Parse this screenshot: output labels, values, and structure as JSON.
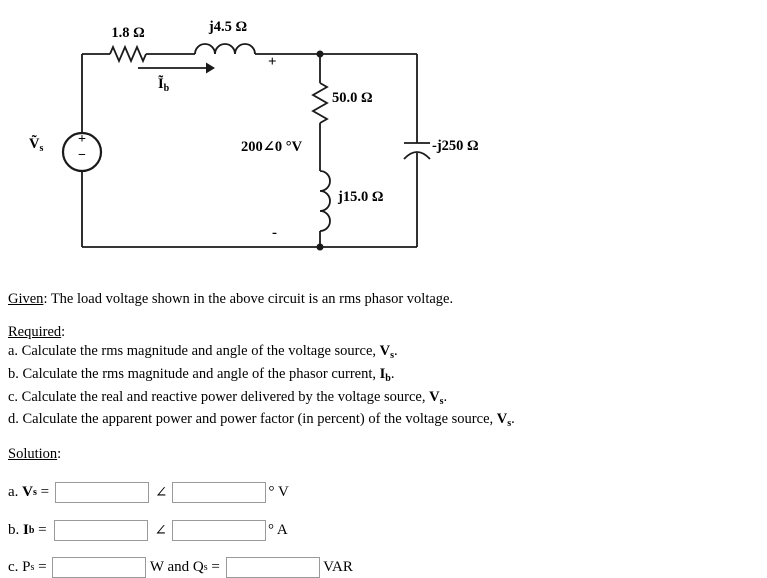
{
  "circuit": {
    "source": {
      "symbol": "Ṽ",
      "sub": "s",
      "plus": "+",
      "minus": "−"
    },
    "r1_label": "1.8 Ω",
    "l1_label": "j4.5 Ω",
    "current": {
      "symbol": "Ĩ",
      "sub": "b"
    },
    "r2_label": "50.0 Ω",
    "load_voltage_label": "200∠0 °V",
    "load_plus": "+",
    "load_minus": "-",
    "l2_label": "j15.0 Ω",
    "c1_label": "-j250 Ω"
  },
  "given": {
    "label": "Given",
    "text": ": The load voltage shown in the above circuit is an rms phasor voltage."
  },
  "required": {
    "label": "Required",
    "colon": ":",
    "items": [
      {
        "text": "a. Calculate the rms magnitude and angle of the voltage source, ",
        "symbol": "V",
        "sub": "s",
        "period": "."
      },
      {
        "text": "b. Calculate the rms magnitude and angle of the phasor current, ",
        "symbol": "I",
        "sub": "b",
        "period": "."
      },
      {
        "text": "c. Calculate the real and reactive power delivered by the voltage source, ",
        "symbol": "V",
        "sub": "s",
        "period": "."
      },
      {
        "text": "d. Calculate the apparent power and power factor (in percent) of the voltage source, ",
        "symbol": "V",
        "sub": "s",
        "period": "."
      }
    ]
  },
  "solution": {
    "label": "Solution",
    "colon": ":",
    "row_a": {
      "prefix": "a. ",
      "symbol": "V",
      "sub": "s",
      "eq": " = ",
      "angle": "∠",
      "unit": "° V",
      "input1": "",
      "input2": ""
    },
    "row_b": {
      "prefix": "b. ",
      "symbol": "I",
      "sub": "b",
      "eq": " = ",
      "angle": "∠",
      "unit": "° A",
      "input1": "",
      "input2": ""
    },
    "row_c": {
      "prefix": "c. P",
      "sub": "s",
      "eq": " = ",
      "mid1": " W and Q",
      "mid_sub": "s",
      "mid_eq": " = ",
      "unit": " VAR",
      "input1": "",
      "input2": ""
    }
  }
}
